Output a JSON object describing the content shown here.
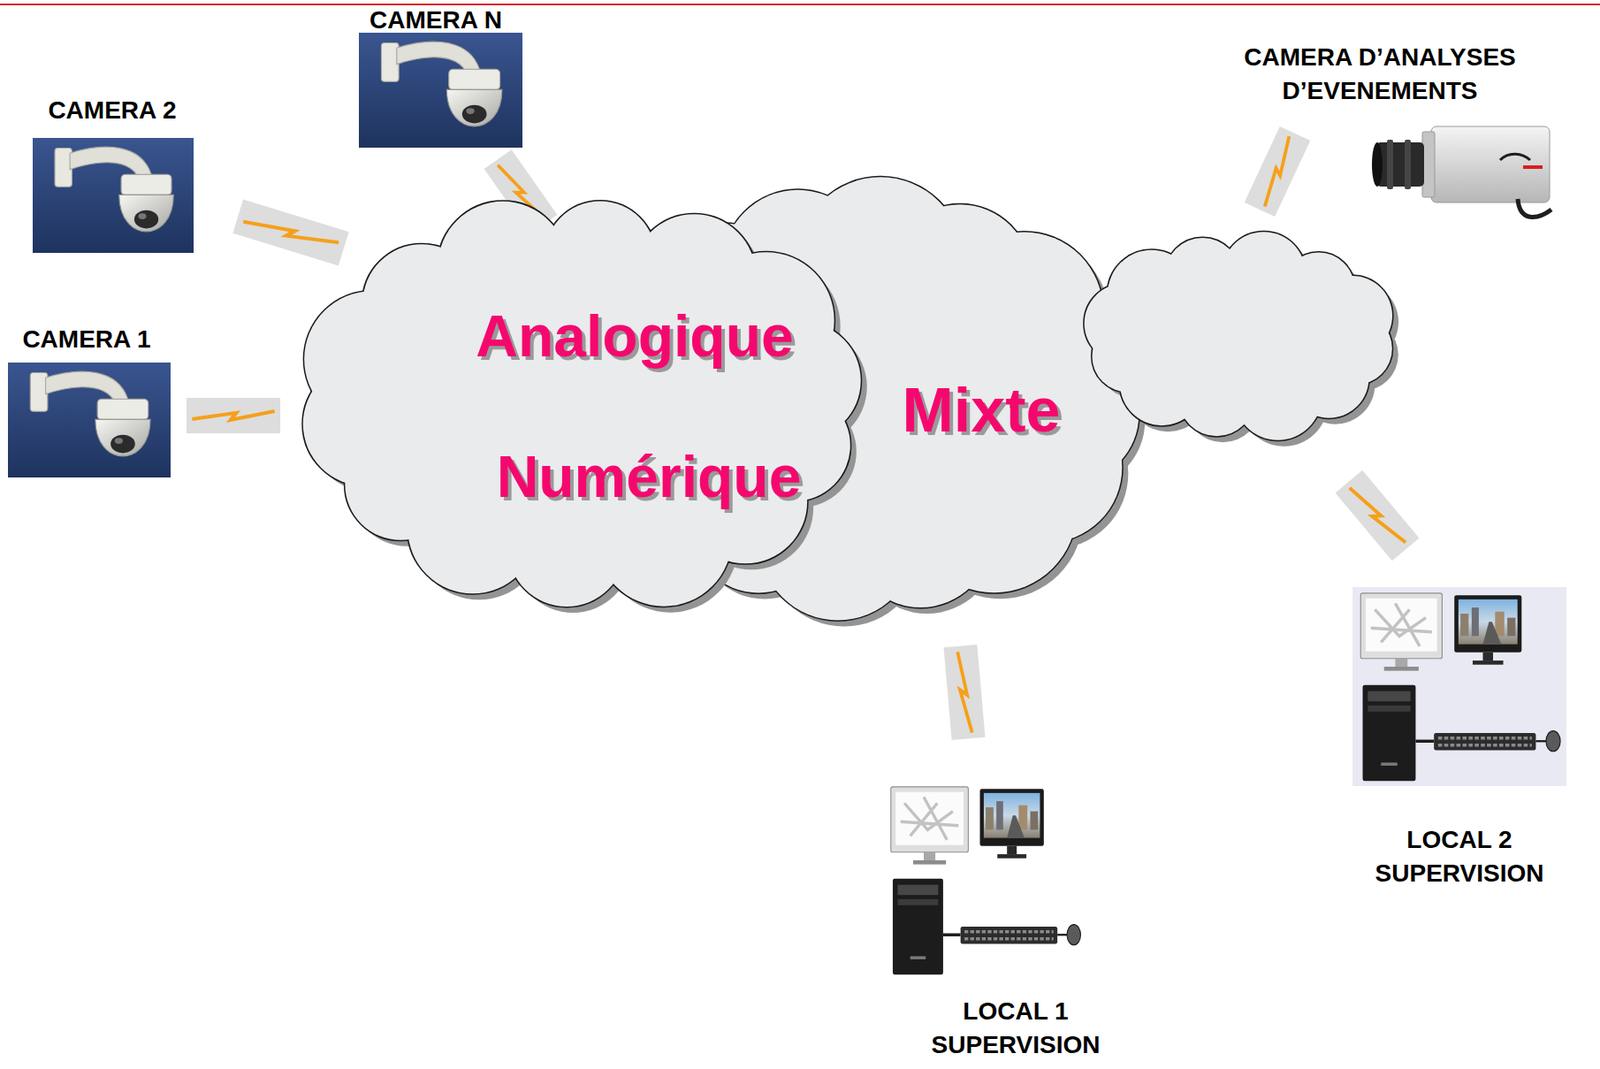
{
  "diagram": {
    "nodes": [
      {
        "text": [
          "CAMERA N"
        ]
      },
      {
        "text": [
          "CAMERA D’ANALYSES D’EVENEMENTS"
        ]
      },
      {
        "text": [
          "CAMERA 2"
        ]
      },
      {
        "text": [
          "CAMERA 1"
        ]
      },
      {
        "text": [
          "Analogique",
          "Numérique",
          "Mixte"
        ]
      },
      {
        "text": [
          "LOCAL 2 SUPERVISION"
        ]
      },
      {
        "text": [
          "LOCAL 1 SUPERVISION"
        ]
      }
    ]
  }
}
